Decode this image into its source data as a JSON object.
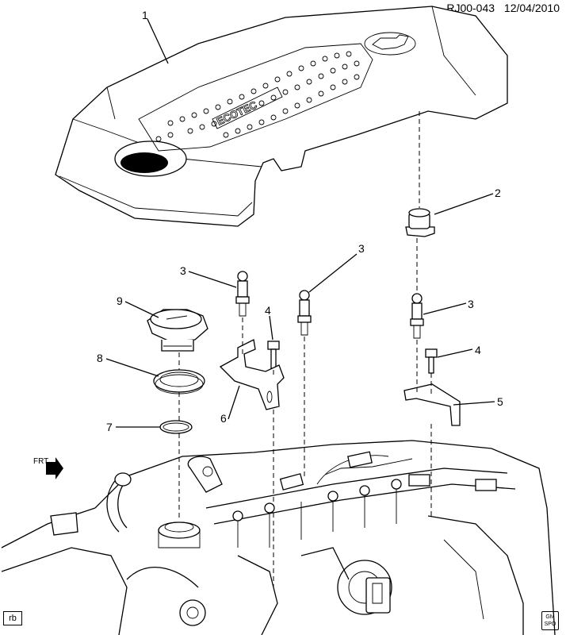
{
  "header": {
    "diagram_id": "RJ00-043",
    "date": "12/04/2010"
  },
  "callouts": [
    {
      "label": "1"
    },
    {
      "label": "2"
    },
    {
      "label": "3"
    },
    {
      "label": "3"
    },
    {
      "label": "3"
    },
    {
      "label": "4"
    },
    {
      "label": "4"
    },
    {
      "label": "5"
    },
    {
      "label": "6"
    },
    {
      "label": "7"
    },
    {
      "label": "8"
    },
    {
      "label": "9"
    }
  ],
  "cover_text": "ECOTEC",
  "frt": "FRT",
  "corner_labels": {
    "rb": "rb",
    "gm_top": "GM",
    "gm_bottom": "SPO"
  }
}
